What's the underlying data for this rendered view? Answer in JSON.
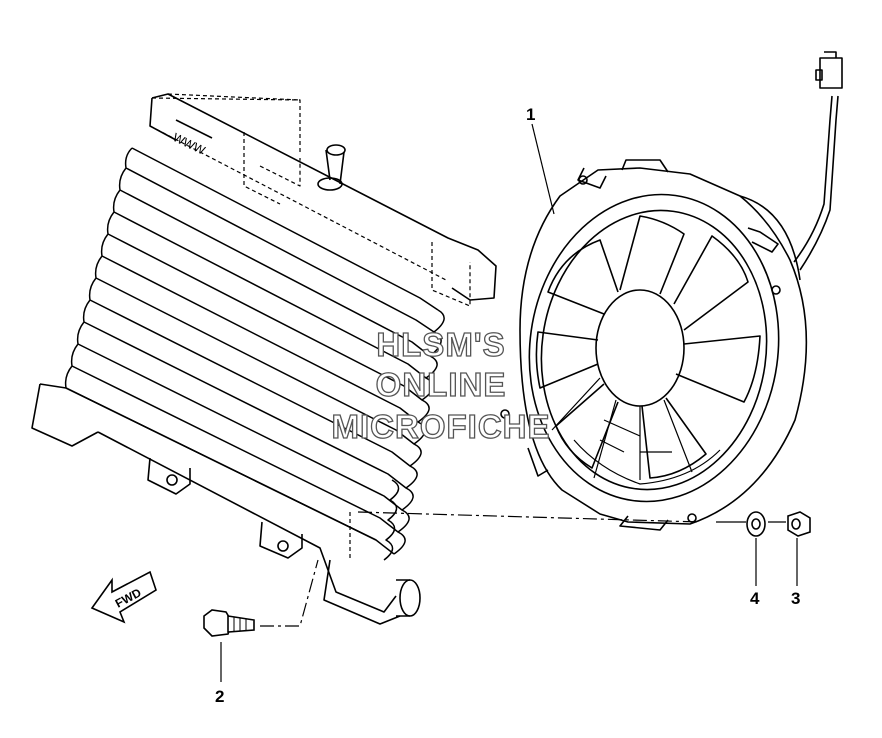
{
  "callouts": {
    "fan": "1",
    "bolt": "2",
    "nut": "3",
    "washer": "4"
  },
  "direction_label": "FWD",
  "watermark": {
    "line1": "HLSM'S",
    "line2": "ONLINE",
    "line3": "MICROFICHE"
  },
  "colors": {
    "line": "#000000",
    "background": "#ffffff"
  }
}
